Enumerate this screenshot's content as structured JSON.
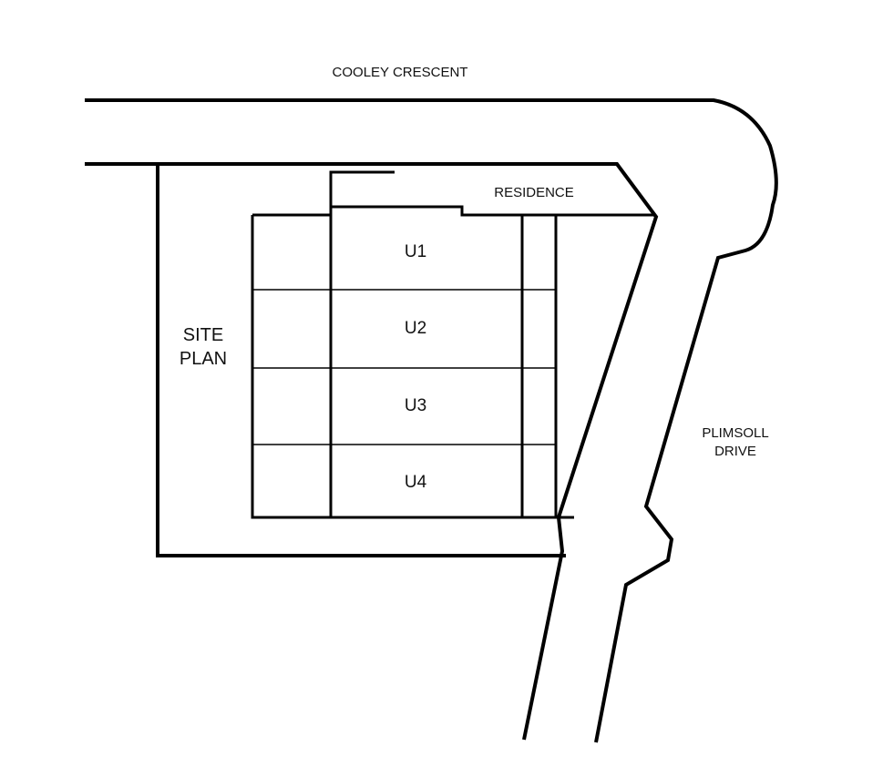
{
  "streets": {
    "top": "COOLEY CRESCENT",
    "right_line1": "PLIMSOLL",
    "right_line2": "DRIVE"
  },
  "site_label": {
    "line1": "SITE",
    "line2": "PLAN"
  },
  "residence_label": "RESIDENCE",
  "units": [
    {
      "label": "U1"
    },
    {
      "label": "U2"
    },
    {
      "label": "U3"
    },
    {
      "label": "U4"
    }
  ],
  "colors": {
    "line": "#000000",
    "background": "#ffffff",
    "text": "#111111"
  }
}
